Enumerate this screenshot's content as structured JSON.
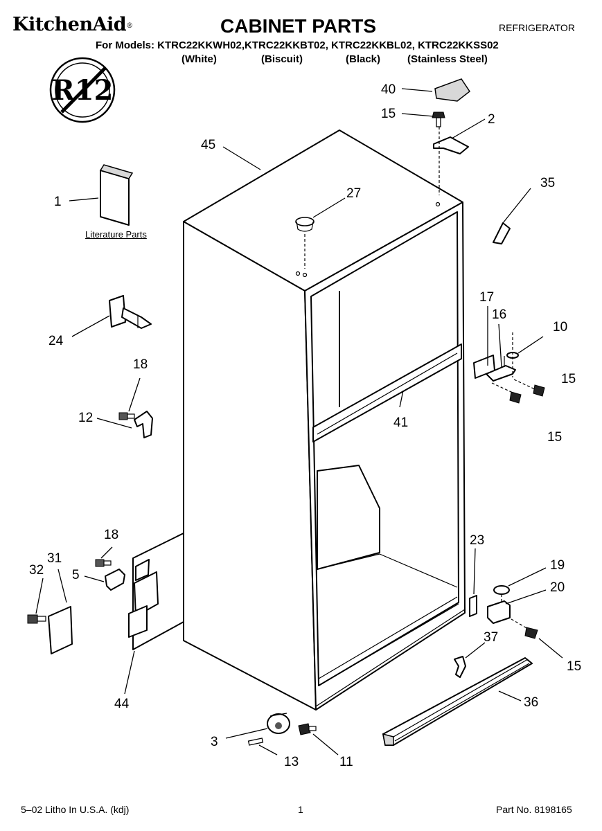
{
  "header": {
    "brand": "KitchenAid",
    "brand_mark": "®",
    "title": "CABINET PARTS",
    "category": "REFRIGERATOR",
    "models_line": "For Models: KTRC22KKWH02,KTRC22KKBT02, KTRC22KKBL02, KTRC22KKSS02",
    "colors": [
      "(White)",
      "(Biscuit)",
      "(Black)",
      "(Stainless Steel)"
    ]
  },
  "badge": {
    "text": "R12"
  },
  "literature_label": "Literature Parts",
  "callouts": {
    "c40": "40",
    "c15a": "15",
    "c2": "2",
    "c45": "45",
    "c35": "35",
    "c27": "27",
    "c1": "1",
    "c24": "24",
    "c17": "17",
    "c16": "16",
    "c10": "10",
    "c15b": "15",
    "c15c": "15",
    "c18a": "18",
    "c12": "12",
    "c41": "41",
    "c18b": "18",
    "c31": "31",
    "c32": "32",
    "c5": "5",
    "c23": "23",
    "c19": "19",
    "c20": "20",
    "c37": "37",
    "c15d": "15",
    "c44": "44",
    "c36": "36",
    "c3": "3",
    "c13": "13",
    "c11": "11"
  },
  "footer": {
    "litho": "5–02 Litho In U.S.A. (kdj)",
    "page": "1",
    "part_no": "Part No. 8198165"
  }
}
